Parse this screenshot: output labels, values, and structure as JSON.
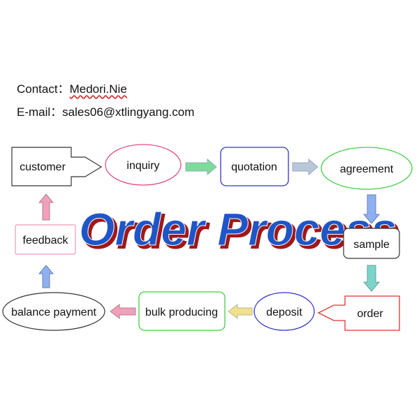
{
  "contact": {
    "label": "Contact：",
    "name": "Medori.Nie"
  },
  "email": {
    "label": "E-mail：",
    "address": "sales06@xtlingyang.com"
  },
  "title": "Order Process",
  "nodes": {
    "customer": "customer",
    "inquiry": "inquiry",
    "quotation": "quotation",
    "agreement": "agreement",
    "sample": "sample",
    "order": "order",
    "deposit": "deposit",
    "bulk_producing": "bulk producing",
    "balance_payment": "balance payment",
    "feedback": "feedback"
  },
  "colors": {
    "title_fill": "#1e56c8",
    "title_shadow": "#a01818",
    "inquiry_border": "#e0507a",
    "quotation_border": "#3333cc",
    "agreement_border": "#44cc44",
    "order_border": "#dd3333",
    "deposit_border": "#3333cc",
    "bulk_border": "#44cc44",
    "feedback_border": "#ee99bb",
    "arrow_green": "#7ddc9a",
    "arrow_blue": "#8fb0ee",
    "arrow_teal": "#7dd4c8",
    "arrow_yellow": "#f2e08a",
    "arrow_pink": "#f0a0b8"
  }
}
